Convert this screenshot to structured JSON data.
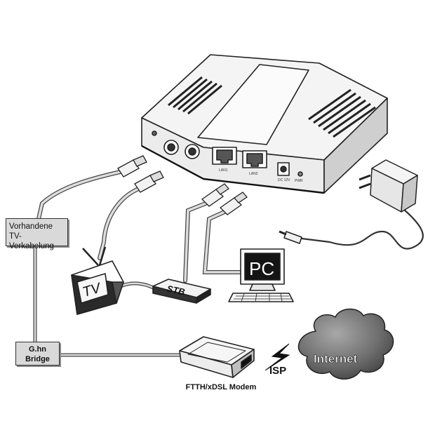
{
  "labels": {
    "tv_cabling_line1": "Vorhandene",
    "tv_cabling_line2": "TV-Verkabelung",
    "ghn_line1": "G.hn",
    "ghn_line2": "Bridge",
    "modem": "FTTH/xDSL Modem",
    "isp": "ISP",
    "internet": "Internet",
    "tv": "TV",
    "stb": "STB",
    "pc": "PC"
  },
  "device": {
    "port_label_lan1": "LAN1",
    "port_label_lan2": "LAN2",
    "port_label_dc": "DC 12V",
    "port_label_pwr": "PWR"
  },
  "icons": {
    "main_device": "gateway-box-icon",
    "power_adapter": "power-adapter-icon",
    "tv": "tv-icon",
    "stb": "set-top-box-icon",
    "pc": "pc-monitor-icon",
    "modem": "modem-icon",
    "cloud": "cloud-icon",
    "lightning": "lightning-bolt-icon"
  },
  "colors": {
    "line": "#222222",
    "cable": "#bdbdbd",
    "box_fill": "#d9d9d9",
    "cloud_fill": "#6e6e6e"
  }
}
